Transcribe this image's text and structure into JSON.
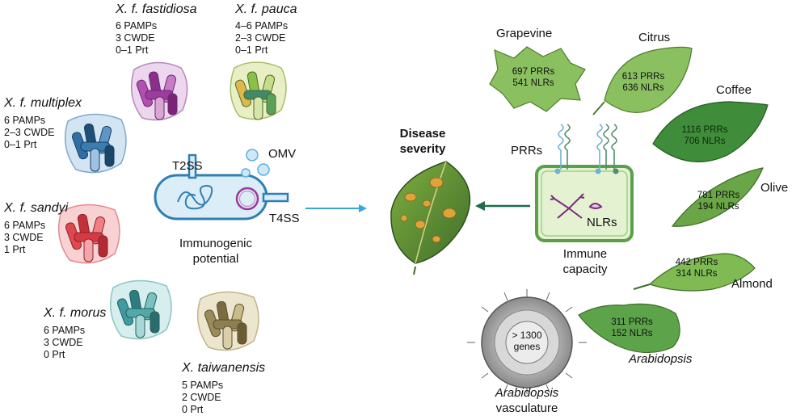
{
  "strains": [
    {
      "name": "X. f. fastidiosa",
      "lines": [
        "6 PAMPs",
        "3 CWDE",
        "0–1 Prt"
      ],
      "color": "#b24fb0"
    },
    {
      "name": "X. f. pauca",
      "lines": [
        "4–6 PAMPs",
        "2–3 CWDE",
        "0–1 Prt"
      ],
      "color": "#86b84a"
    },
    {
      "name": "X. f. multiplex",
      "lines": [
        "6 PAMPs",
        "2–3 CWDE",
        "0–1 Prt"
      ],
      "color": "#2f6fa6"
    },
    {
      "name": "X. f. sandyi",
      "lines": [
        "6 PAMPs",
        "3 CWDE",
        "1 Prt"
      ],
      "color": "#e0474f"
    },
    {
      "name": "X. f. morus",
      "lines": [
        "6 PAMPs",
        "3 CWDE",
        "0 Prt"
      ],
      "color": "#3f9aa0"
    },
    {
      "name": "X. taiwanensis",
      "lines": [
        "5 PAMPs",
        "2 CWDE",
        "0 Prt"
      ],
      "color": "#9a8b5a"
    }
  ],
  "bacterium": {
    "t2ss": "T2SS",
    "t4ss": "T4SS",
    "omv": "OMV",
    "caption": [
      "Immunogenic",
      "potential"
    ]
  },
  "disease": {
    "title": [
      "Disease",
      "severity"
    ]
  },
  "plant_cell": {
    "prrs": "PRRs",
    "nlrs": "NLRs",
    "caption": [
      "Immune",
      "capacity"
    ]
  },
  "hosts": [
    {
      "name": "Grapevine",
      "prrs": "697 PRRs",
      "nlrs": "541 NLRs",
      "italic": false
    },
    {
      "name": "Citrus",
      "prrs": "613 PRRs",
      "nlrs": "636 NLRs",
      "italic": false
    },
    {
      "name": "Coffee",
      "prrs": "1116 PRRs",
      "nlrs": "706 NLRs",
      "italic": false
    },
    {
      "name": "Olive",
      "prrs": "781 PRRs",
      "nlrs": "194 NLRs",
      "italic": false
    },
    {
      "name": "Almond",
      "prrs": "442 PRRs",
      "nlrs": "314 NLRs",
      "italic": false
    },
    {
      "name": "Arabidopsis",
      "prrs": "311 PRRs",
      "nlrs": "152 NLRs",
      "italic": true
    }
  ],
  "vasculature": {
    "genes": [
      "> 1300",
      "genes"
    ],
    "caption_italic": "Arabidopsis",
    "caption": "vasculature"
  },
  "colors": {
    "arrow_in": "#3aa6d6",
    "arrow_out": "#1f6b4a",
    "cell_fill": "#e4f2d2",
    "cell_stroke": "#5aa04a",
    "leaf_light": "#8bc061",
    "leaf_dark": "#3f8c3a"
  }
}
